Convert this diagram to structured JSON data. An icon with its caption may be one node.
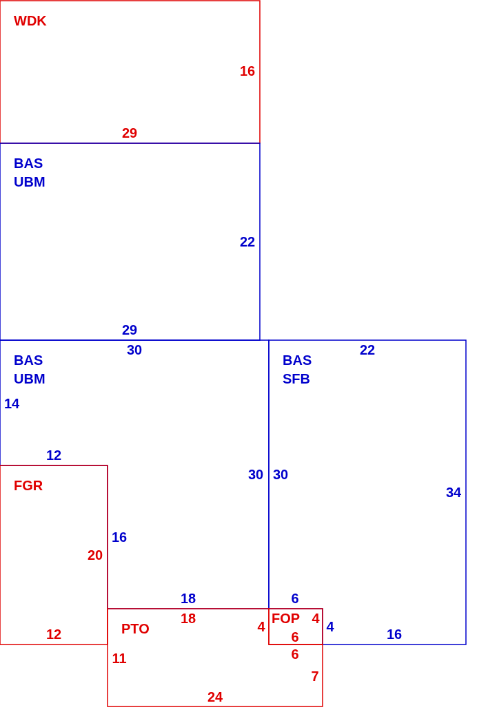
{
  "diagram": {
    "nodes": [
      {
        "text": [
          "WDK",
          "16",
          "29"
        ]
      },
      {
        "text": [
          "BAS UBM",
          "22",
          "29"
        ]
      },
      {
        "text": [
          "BAS UBM",
          "30",
          "14",
          "12",
          "30",
          "16",
          "18"
        ]
      },
      {
        "text": [
          "BAS SFB",
          "22",
          "30",
          "34",
          "6",
          "4",
          "16"
        ]
      },
      {
        "text": [
          "FGR",
          "20",
          "12"
        ]
      },
      {
        "text": [
          "PTO",
          "18",
          "4",
          "11",
          "6",
          "7",
          "24"
        ]
      },
      {
        "text": [
          "FOP",
          "4",
          "6"
        ]
      }
    ]
  }
}
